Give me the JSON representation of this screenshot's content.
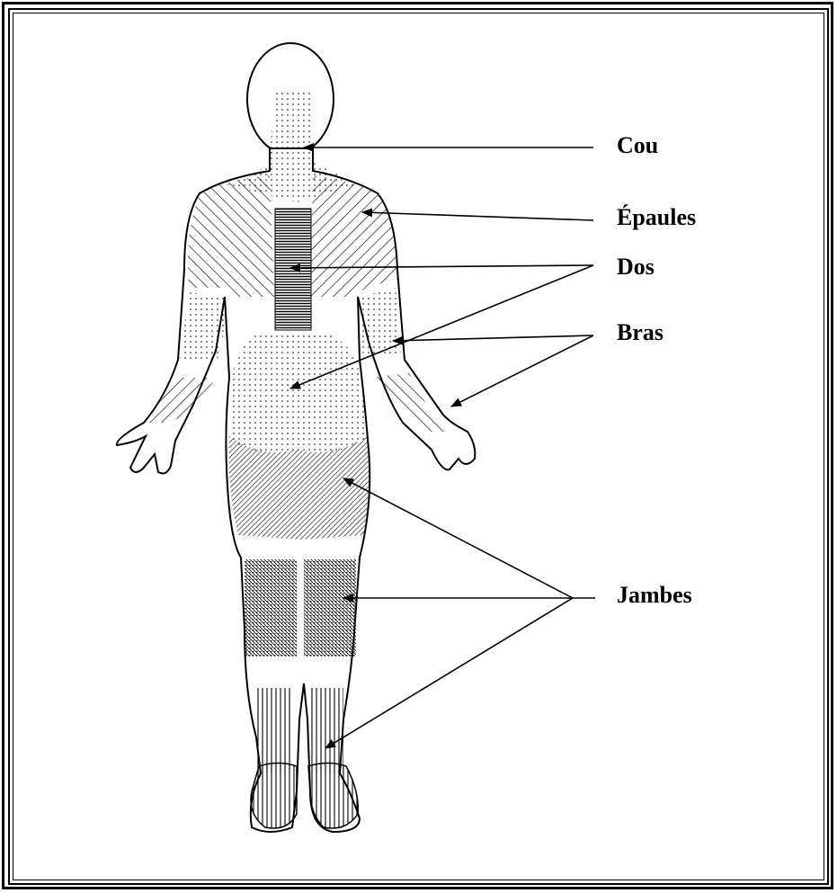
{
  "labels": {
    "neck": "Cou",
    "shoulders": "Épaules",
    "back": "Dos",
    "arms": "Bras",
    "legs": "Jambes"
  },
  "colors": {
    "ink": "#000000",
    "background": "#ffffff"
  }
}
